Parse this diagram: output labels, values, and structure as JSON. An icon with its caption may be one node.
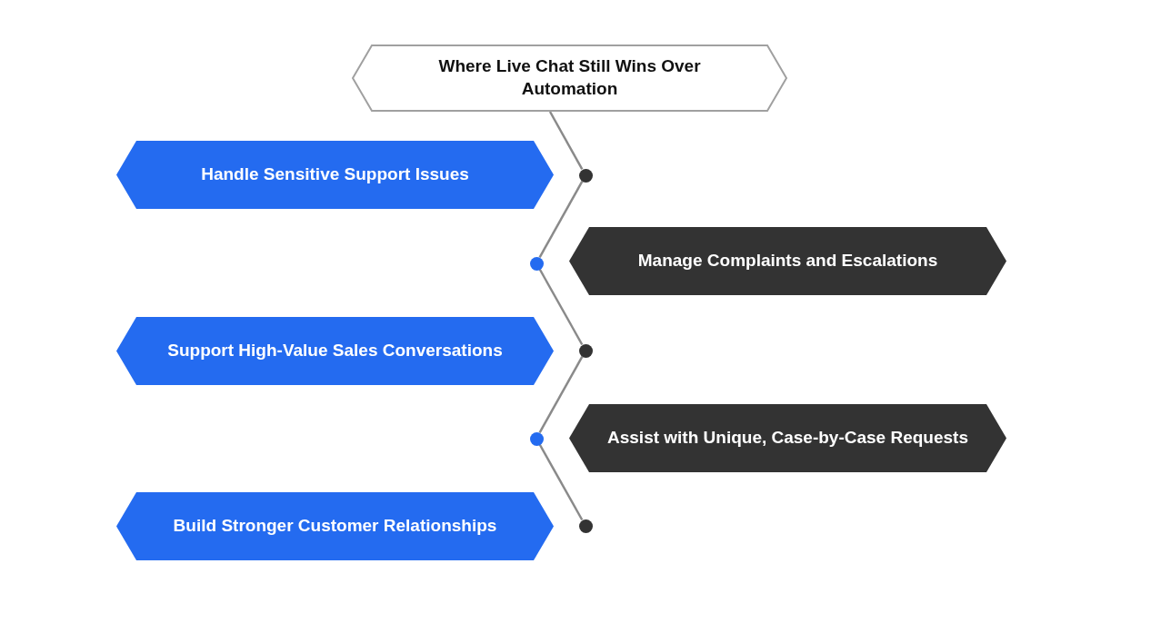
{
  "diagram": {
    "nodes": [
      {
        "text": [
          "Where Live Chat Still Wins Over Automation"
        ]
      },
      {
        "text": [
          "Handle Sensitive Support Issues"
        ]
      },
      {
        "text": [],
        "shape": "circle"
      },
      {
        "text": [],
        "shape": "circle"
      },
      {
        "text": [
          "Manage Complaints and Escalations"
        ]
      },
      {
        "text": [
          "Support High-Value Sales Conversations"
        ]
      },
      {
        "text": [],
        "shape": "circle"
      },
      {
        "text": [],
        "shape": "circle"
      },
      {
        "text": [
          "Assist with Unique, Case-by-Case Requests"
        ]
      },
      {
        "text": [
          "Build Stronger Customer Relationships"
        ]
      },
      {
        "text": [],
        "shape": "circle"
      }
    ],
    "edges": [
      {
        "from": 0,
        "to": 2,
        "arrow": "none"
      },
      {
        "from": 2,
        "to": 3,
        "arrow": "none"
      },
      {
        "from": 3,
        "to": 6,
        "arrow": "none"
      },
      {
        "from": 6,
        "to": 7,
        "arrow": "none"
      },
      {
        "from": 7,
        "to": 10,
        "arrow": "none"
      }
    ]
  }
}
